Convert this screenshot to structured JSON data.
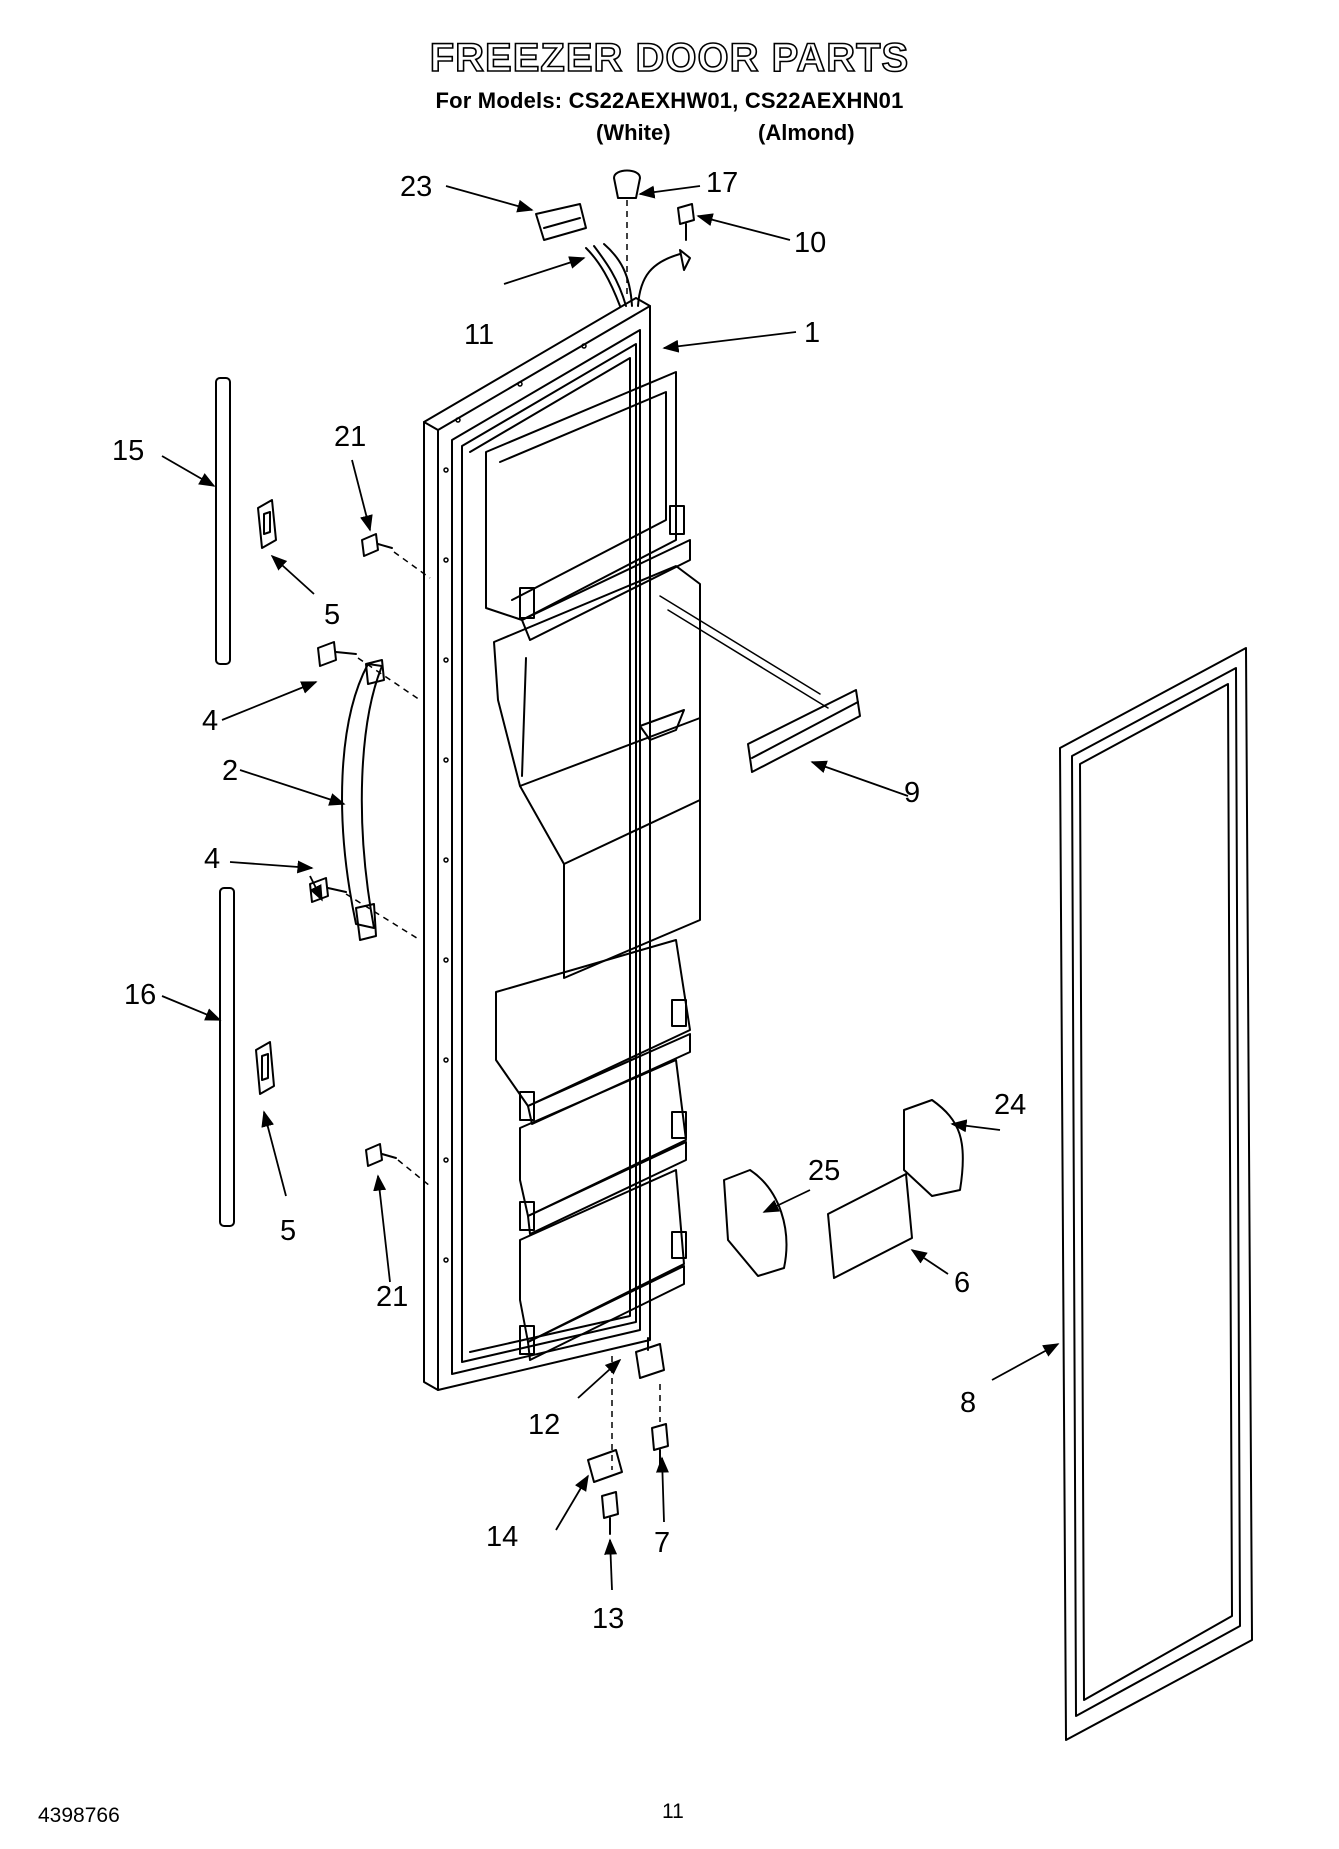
{
  "header": {
    "title": "FREEZER DOOR PARTS",
    "models": "For Models: CS22AEXHW01, CS22AEXHN01",
    "variant_white": "(White)",
    "variant_almond": "(Almond)"
  },
  "callouts": {
    "c1": "1",
    "c2": "2",
    "c4a": "4",
    "c4b": "4",
    "c5a": "5",
    "c5b": "5",
    "c6": "6",
    "c7": "7",
    "c8": "8",
    "c9": "9",
    "c10": "10",
    "c11": "11",
    "c12": "12",
    "c13": "13",
    "c14": "14",
    "c15": "15",
    "c16": "16",
    "c17": "17",
    "c21a": "21",
    "c21b": "21",
    "c23": "23",
    "c24": "24",
    "c25": "25"
  },
  "footer": {
    "code": "4398766",
    "page": "11"
  }
}
